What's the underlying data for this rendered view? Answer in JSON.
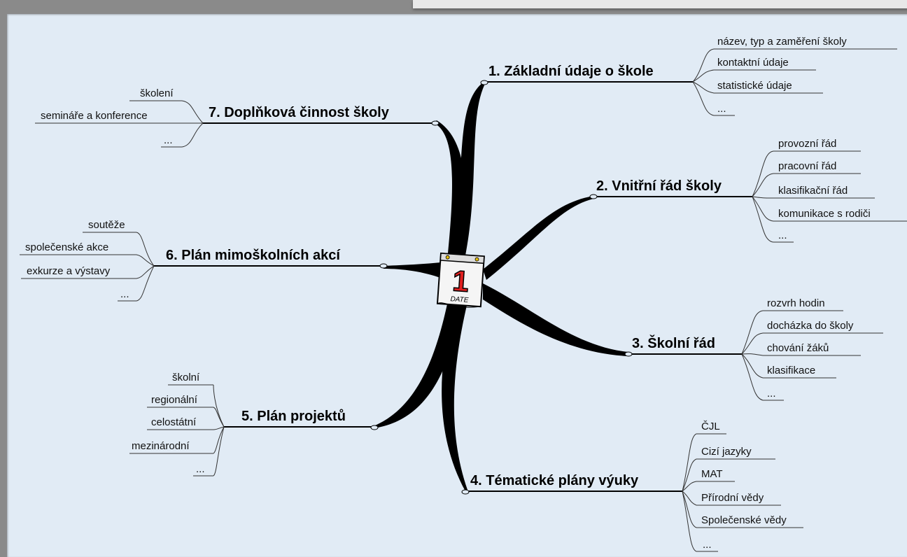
{
  "center": {
    "icon": "calendar-page-icon",
    "day": "1",
    "label": "DATE",
    "accent": "#e02020"
  },
  "branches": [
    {
      "title": "1. Základní údaje o škole",
      "items": [
        "název, typ a zaměření školy",
        "kontaktní údaje",
        "statistické údaje",
        "..."
      ]
    },
    {
      "title": "2. Vnitřní řád školy",
      "items": [
        "provozní řád",
        "pracovní řád",
        "klasifikační řád",
        "komunikace s rodiči",
        "..."
      ]
    },
    {
      "title": "3. Školní řád",
      "items": [
        "rozvrh hodin",
        "docházka do školy",
        "chování žáků",
        "klasifikace",
        "..."
      ]
    },
    {
      "title": "4. Tématické plány výuky",
      "items": [
        "ČJL",
        "Cizí jazyky",
        "MAT",
        "Přírodní vědy",
        "Společenské vědy",
        "..."
      ]
    },
    {
      "title": "5. Plán projektů",
      "items": [
        "školní",
        "regionální",
        "celostátní",
        "mezinárodní",
        "..."
      ]
    },
    {
      "title": "6. Plán mimoškolních akcí",
      "items": [
        "soutěže",
        "společenské akce",
        "exkurze a výstavy",
        "..."
      ]
    },
    {
      "title": "7. Doplňková činnost školy",
      "items": [
        "školení",
        "semináře a konference",
        "..."
      ]
    }
  ]
}
